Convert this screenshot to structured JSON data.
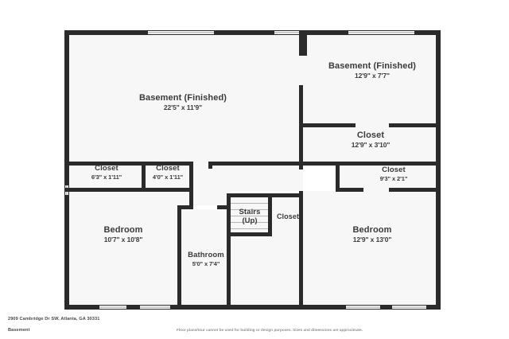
{
  "document": {
    "type": "floor-plan",
    "address": "2909 Cambridge Dr SW, Atlanta, GA 30331",
    "level": "Basement",
    "disclaimer": "Floor plans/tour cannot be used for building or design purposes. Sizes and dimensions are approximate."
  },
  "colors": {
    "wall": "#2b2b2b",
    "room_fill": "#f7f7f7",
    "background": "#ffffff",
    "label_text": "#3a3a3a",
    "footer_text": "#4a4a4a",
    "disclaimer_text": "#8d8d8d",
    "window_line": "#9a9a9a",
    "tread_line": "#b6b6b6"
  },
  "rooms": [
    {
      "id": "basement-main",
      "name": "Basement (Finished)",
      "dimensions": "22'5\" x 11'9\""
    },
    {
      "id": "basement-upper-right",
      "name": "Basement (Finished)",
      "dimensions": "12'9\" x 7'7\""
    },
    {
      "id": "closet-right-upper",
      "name": "Closet",
      "dimensions": "12'9\" x 3'10\""
    },
    {
      "id": "closet-right-lower",
      "name": "Closet",
      "dimensions": "9'3\" x 2'1\""
    },
    {
      "id": "closet-left-a",
      "name": "Closet",
      "dimensions": "6'3\" x 1'11\""
    },
    {
      "id": "closet-left-b",
      "name": "Closet",
      "dimensions": "4'0\" x 1'11\""
    },
    {
      "id": "bedroom-left",
      "name": "Bedroom",
      "dimensions": "10'7\" x 10'8\""
    },
    {
      "id": "bedroom-right",
      "name": "Bedroom",
      "dimensions": "12'9\" x 13'0\""
    },
    {
      "id": "bathroom",
      "name": "Bathroom",
      "dimensions": "5'0\" x 7'4\""
    },
    {
      "id": "stairs",
      "name": "Stairs",
      "sub": "(Up)"
    },
    {
      "id": "closet-center",
      "name": "Closet"
    }
  ]
}
